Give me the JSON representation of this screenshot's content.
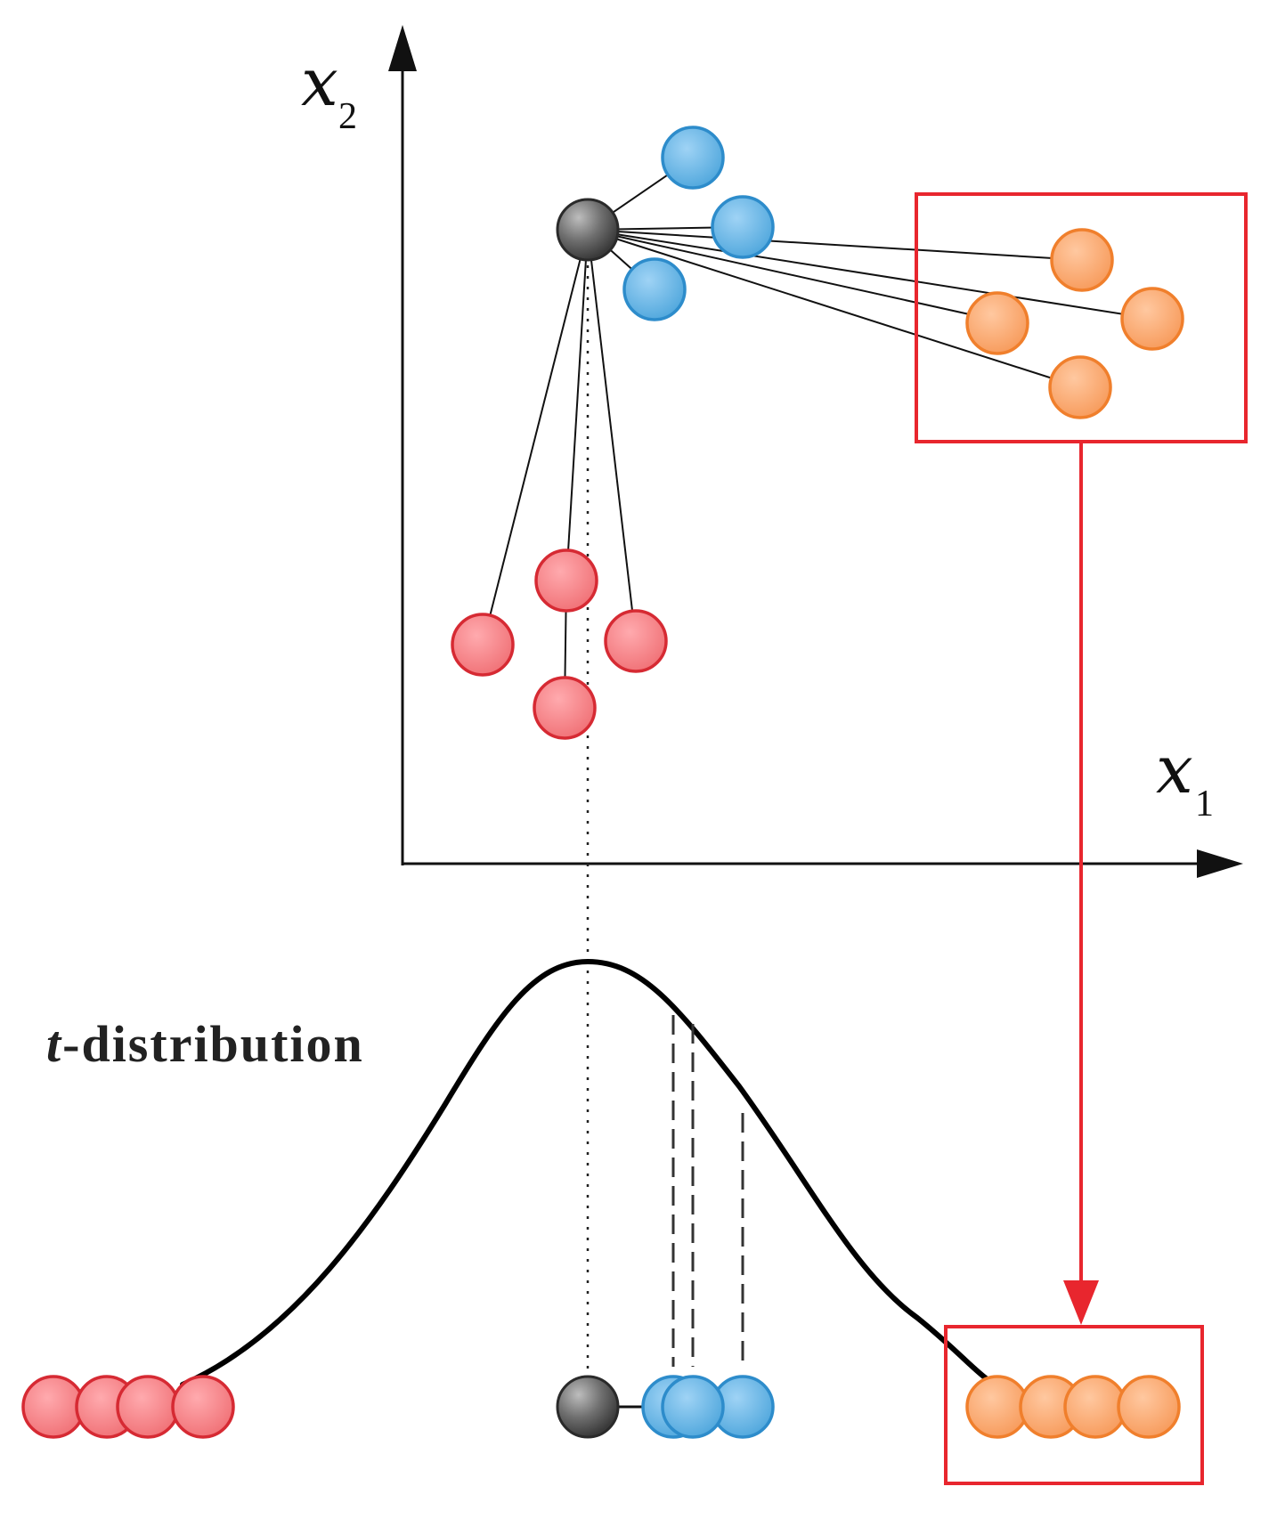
{
  "axes": {
    "x1": {
      "var": "x",
      "sub": "1"
    },
    "x2": {
      "var": "x",
      "sub": "2"
    }
  },
  "distribution_label": {
    "italic_part": "t",
    "rest": "-distribution"
  },
  "colors": {
    "center": "#5a5a5a",
    "blue": "#5aaee0",
    "orange": "#f7a56a",
    "red": "#f27b7f",
    "highlight": "#e8262e",
    "line": "#111111"
  },
  "clusters": {
    "blue_count": 3,
    "orange_count": 4,
    "red_count": 4
  }
}
